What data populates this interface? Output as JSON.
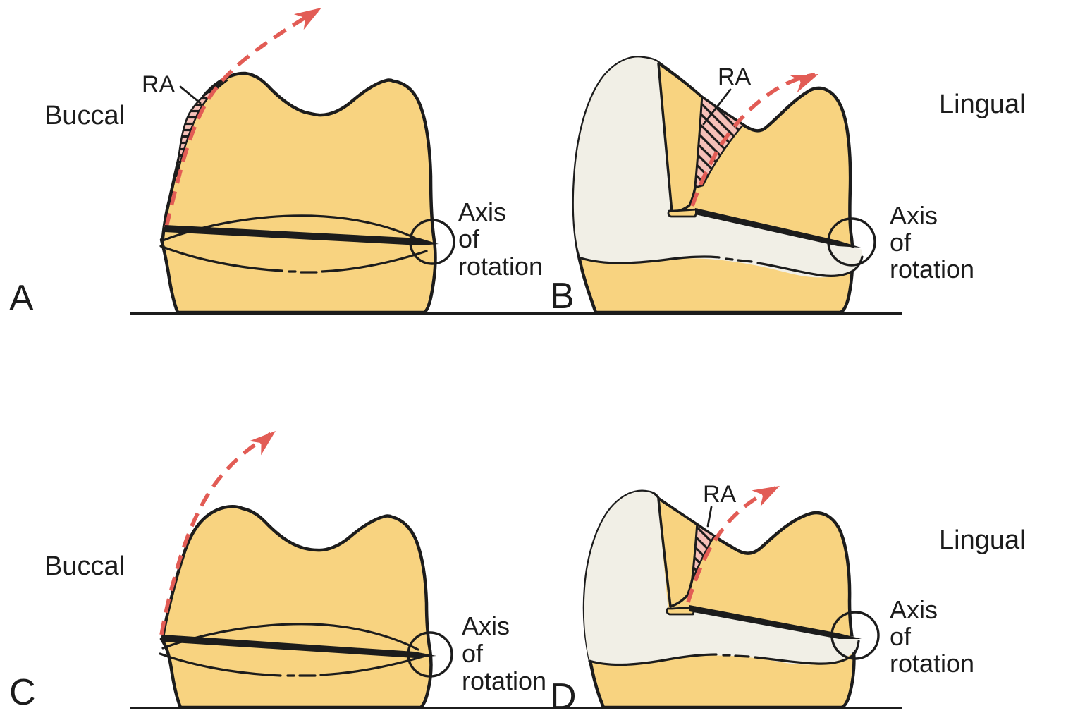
{
  "colors": {
    "tooth_tan": "#F8D380",
    "restoration_grey": "#F1EFE6",
    "hatch_pink": "#F6C0B8",
    "arrow_red": "#E25C55",
    "ink": "#1C1C1C"
  },
  "panels": [
    {
      "letter": "A",
      "side_label": "Buccal",
      "ra_label": "RA",
      "axis_label": [
        "Axis",
        "of",
        "rotation"
      ]
    },
    {
      "letter": "B",
      "side_label": "Lingual",
      "ra_label": "RA",
      "axis_label": [
        "Axis",
        "of",
        "rotation"
      ]
    },
    {
      "letter": "C",
      "side_label": "Buccal",
      "axis_label": [
        "Axis",
        "of",
        "rotation"
      ]
    },
    {
      "letter": "D",
      "side_label": "Lingual",
      "ra_label": "RA",
      "axis_label": [
        "Axis",
        "of",
        "rotation"
      ]
    }
  ]
}
